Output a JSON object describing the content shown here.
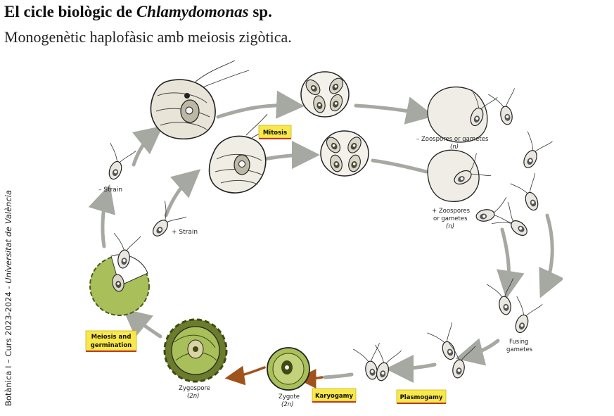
{
  "header": {
    "title_prefix": "El cicle biològic de ",
    "title_genus": "Chlamydomonas",
    "title_suffix": " sp.",
    "subtitle": "Monogenètic haplofàsic amb meiosis zigòtica."
  },
  "side_caption": {
    "prefix": "Botànica I – Curs 2023-2024 - ",
    "institution": "Universitat de València"
  },
  "diagram": {
    "labels": {
      "minus_strain": "– Strain",
      "plus_strain": "+ Strain",
      "minus_zoospores": "– Zoospores or gametes",
      "minus_zoospores_n": "(n)",
      "plus_zoospores_1": "+ Zoospores",
      "plus_zoospores_2": "or gametes",
      "plus_zoospores_n": "(n)",
      "fusing_1": "Fusing",
      "fusing_2": "gametes",
      "zygote": "Zygote",
      "zygote_ploidy": "(2n)",
      "zygospore": "Zygospore",
      "zygospore_ploidy": "(2n)"
    },
    "stages": {
      "mitosis": "Mitosis",
      "meiosis_1": "Meiosis and",
      "meiosis_2": "germination",
      "karyogamy": "Karyogamy",
      "plasmogamy": "Plasmogamy"
    },
    "colors": {
      "stage_box": "#f9e84a",
      "stage_box_underline": "#c0392b",
      "green_spore": "#a8bf5a",
      "dark_green": "#6b7d2c",
      "arrow_gray": "#a6a8a2",
      "arrow_brown": "#a0521d"
    }
  }
}
